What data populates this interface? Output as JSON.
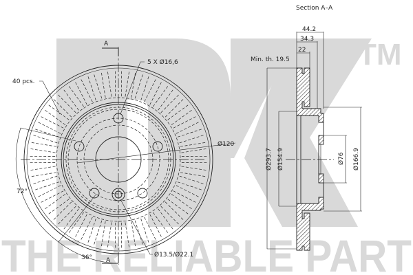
{
  "watermark": {
    "logo": "NK",
    "trademark": "TM",
    "slogan": "THE RELIABLE PART",
    "color": "#d9d9d9"
  },
  "front_view": {
    "section_marker_top": "A",
    "section_marker_bottom": "A",
    "vanes_label": "40 pcs.",
    "bolt_holes_label": "5 X Ø16,6",
    "pcd_label": "Ø120",
    "angle_72_label": "72°",
    "angle_36_label": "36°",
    "hole_label": "Ø13.5/Ø22.1"
  },
  "section_view": {
    "title": "Section A–A",
    "dim_overall_height": "44.2",
    "dim_hat_height": "34.3",
    "dim_disc_thickness": "22",
    "min_thickness_label": "Min. th. 19.5",
    "dim_outer_diameter": "Ø293.7",
    "dim_inner_diameter": "Ø154.9",
    "dim_center_bore": "Ø76",
    "dim_hat_diameter": "Ø166.9"
  },
  "colors": {
    "line": "#222222",
    "watermark": "#d9d9d9",
    "background": "#ffffff"
  }
}
